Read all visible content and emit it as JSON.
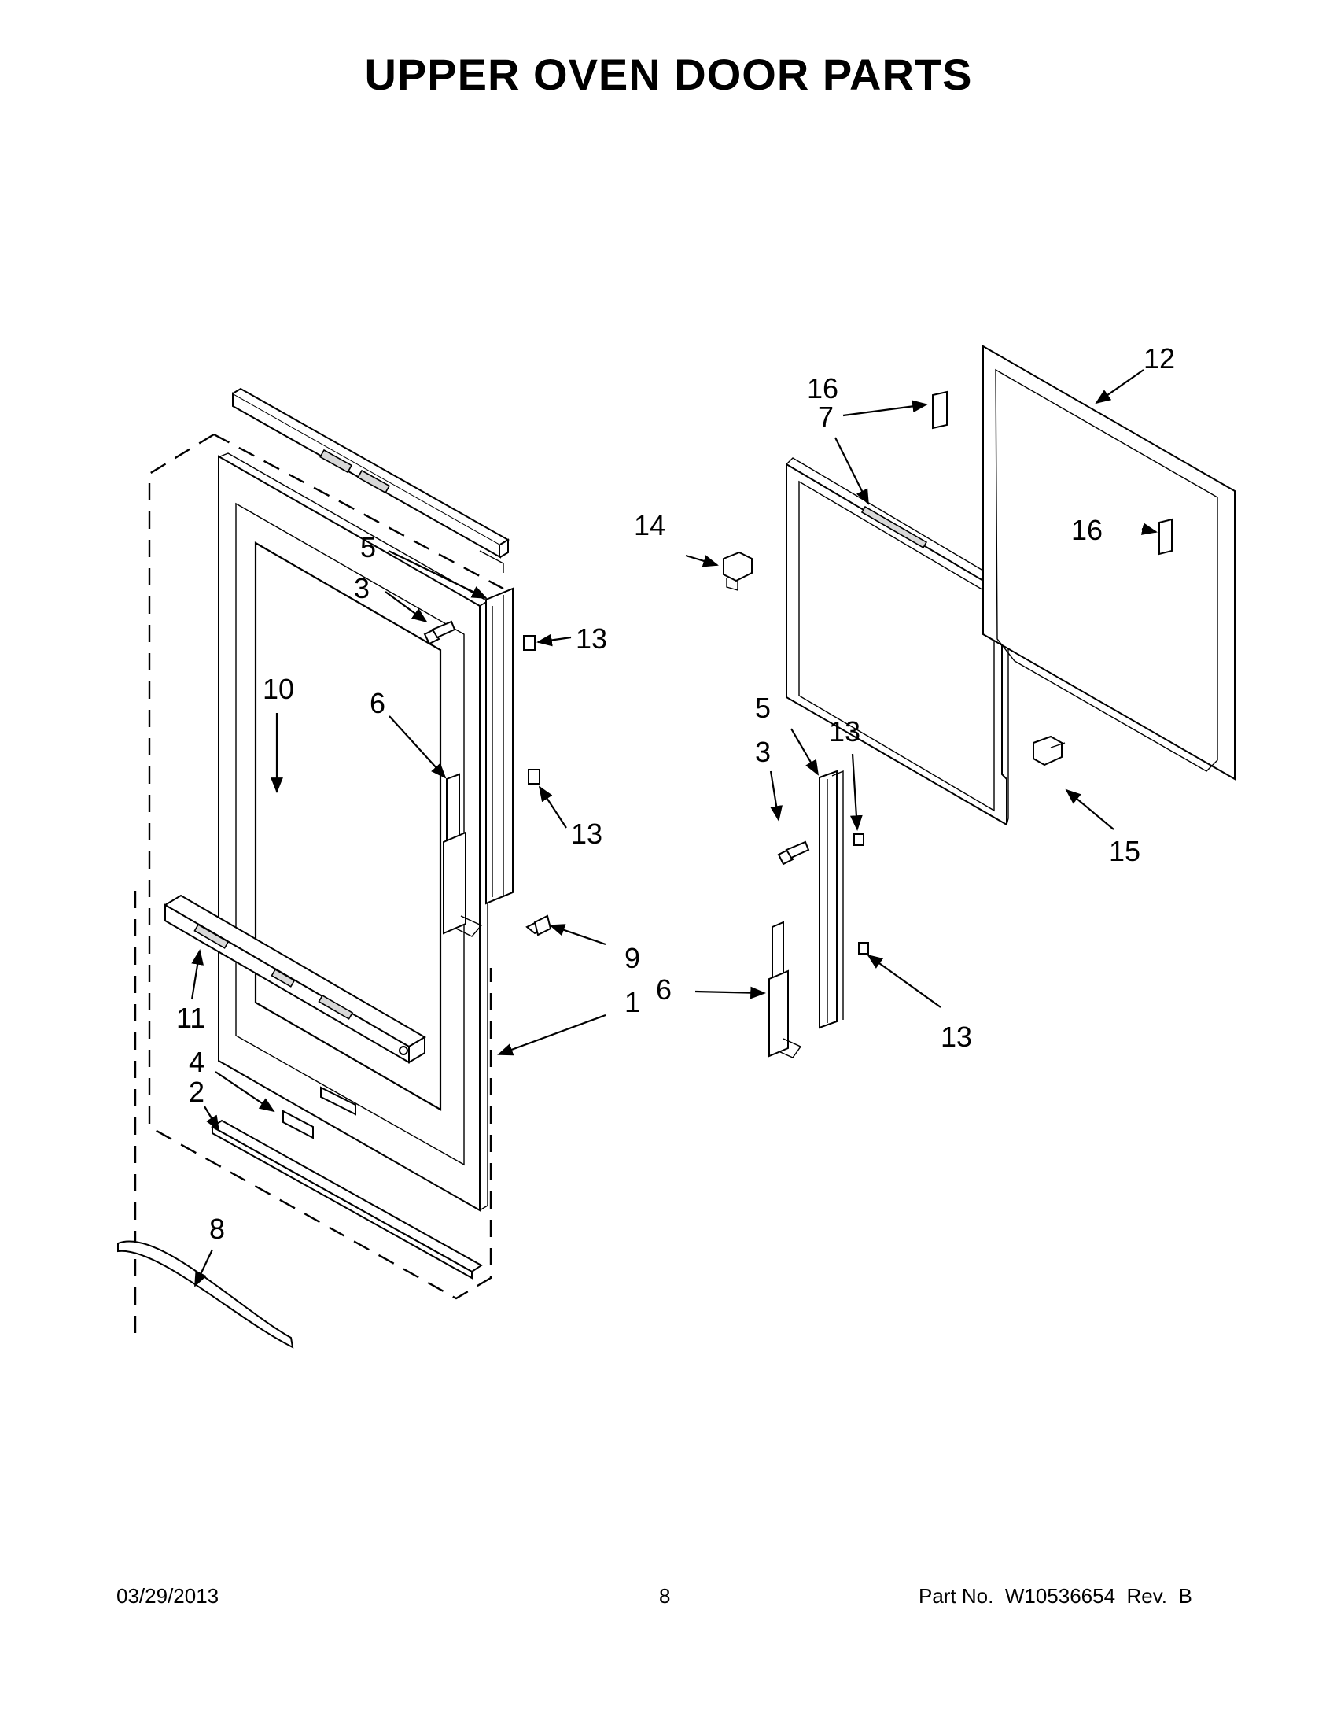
{
  "title": "UPPER OVEN DOOR PARTS",
  "footer": {
    "date": "03/29/2013",
    "page": "8",
    "part_no": "Part No.  W10536654  Rev.  B"
  },
  "callouts": {
    "c1": "1",
    "c2": "2",
    "c3_left": "3",
    "c3_right": "3",
    "c4": "4",
    "c5_left": "5",
    "c5_right": "5",
    "c6_left": "6",
    "c6_right": "6",
    "c7": "7",
    "c8": "8",
    "c9": "9",
    "c10": "10",
    "c11": "11",
    "c12": "12",
    "c13_a": "13",
    "c13_b": "13",
    "c13_c": "13",
    "c13_d": "13",
    "c14": "14",
    "c15": "15",
    "c16_top": "16",
    "c16_mid": "16"
  }
}
